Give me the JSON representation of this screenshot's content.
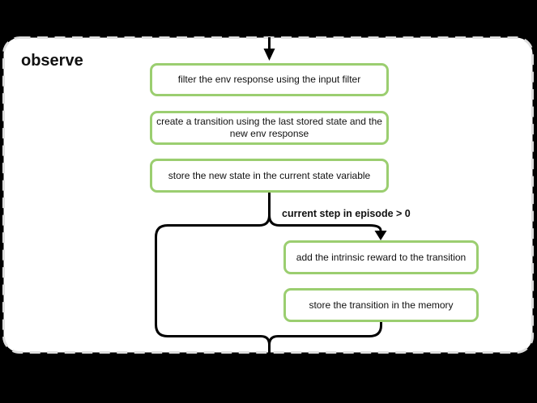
{
  "group": {
    "title": "observe"
  },
  "flow": {
    "nodes": [
      {
        "id": "filter-env-response",
        "label": "filter the env response using the input filter"
      },
      {
        "id": "create-transition",
        "label": "create a transition using the last stored state and the new env response"
      },
      {
        "id": "store-new-state",
        "label": "store the new state in the current state variable"
      },
      {
        "id": "add-intrinsic-reward",
        "label": "add the intrinsic reward to the transition"
      },
      {
        "id": "store-transition",
        "label": "store the transition in the memory"
      }
    ],
    "condition_label": "current step in episode > 0"
  },
  "colors": {
    "background": "#000000",
    "panel_fill": "#ffffff",
    "panel_border": "#dedede",
    "node_border": "#9bce70",
    "node_fill": "#ffffff",
    "connector": "#000000",
    "text": "#111111"
  }
}
